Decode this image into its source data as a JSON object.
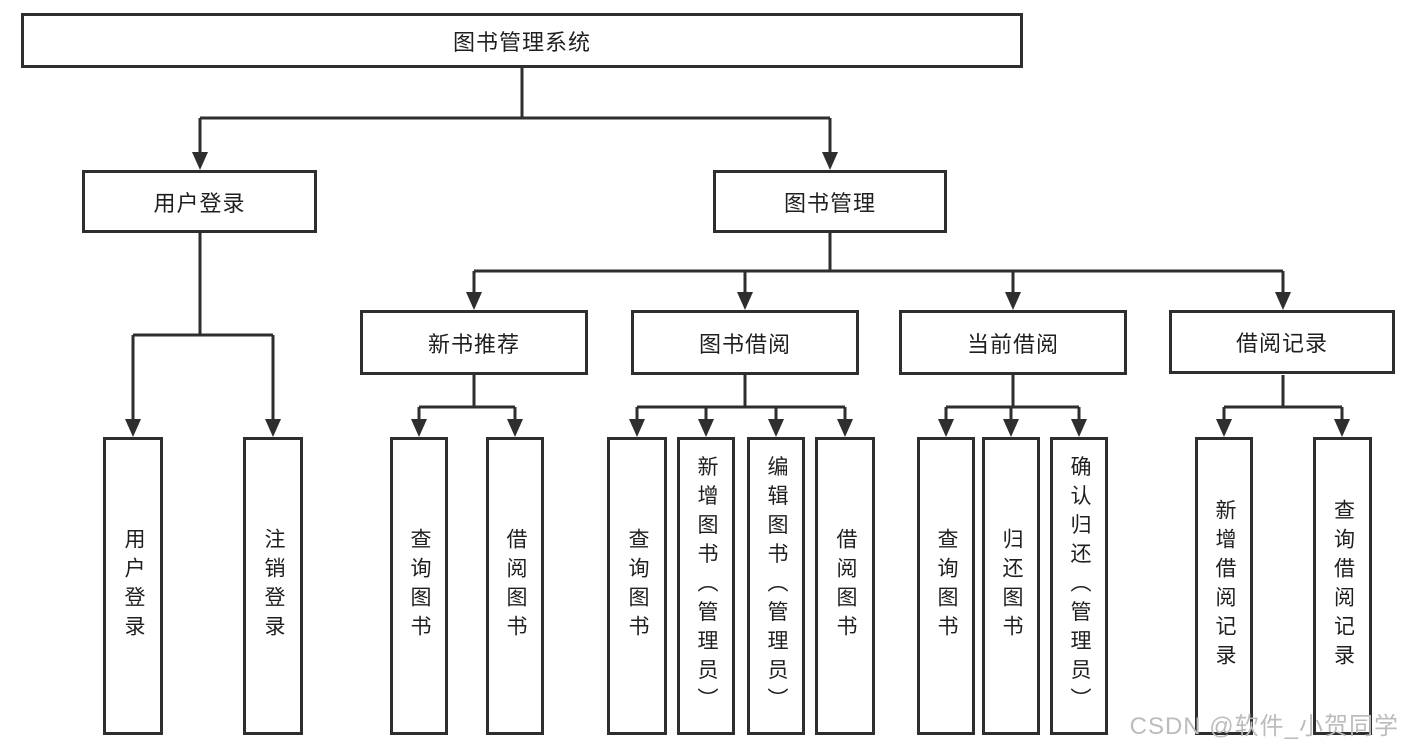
{
  "diagram": {
    "root": {
      "label": "图书管理系统"
    },
    "level2": [
      {
        "label": "用户登录"
      },
      {
        "label": "图书管理"
      }
    ],
    "level3": [
      {
        "label": "新书推荐"
      },
      {
        "label": "图书借阅"
      },
      {
        "label": "当前借阅"
      },
      {
        "label": "借阅记录"
      }
    ],
    "leaves": {
      "user_login": [
        {
          "label": "用户登录"
        },
        {
          "label": "注销登录"
        }
      ],
      "new_book_recommend": [
        {
          "label": "查询图书"
        },
        {
          "label": "借阅图书"
        }
      ],
      "book_borrow": [
        {
          "label": "查询图书"
        },
        {
          "label": "新增图书（管理员）"
        },
        {
          "label": "编辑图书（管理员）"
        },
        {
          "label": "借阅图书"
        }
      ],
      "current_borrow": [
        {
          "label": "查询图书"
        },
        {
          "label": "归还图书"
        },
        {
          "label": "确认归还（管理员）"
        }
      ],
      "borrow_records": [
        {
          "label": "新增借阅记录"
        },
        {
          "label": "查询借阅记录"
        }
      ]
    },
    "watermark": "CSDN @软件_小贺同学",
    "colors": {
      "line": "#2e2e2e",
      "text": "#1f1f1f",
      "box_bg": "#ffffff",
      "watermark": "#bcbcbc"
    }
  }
}
